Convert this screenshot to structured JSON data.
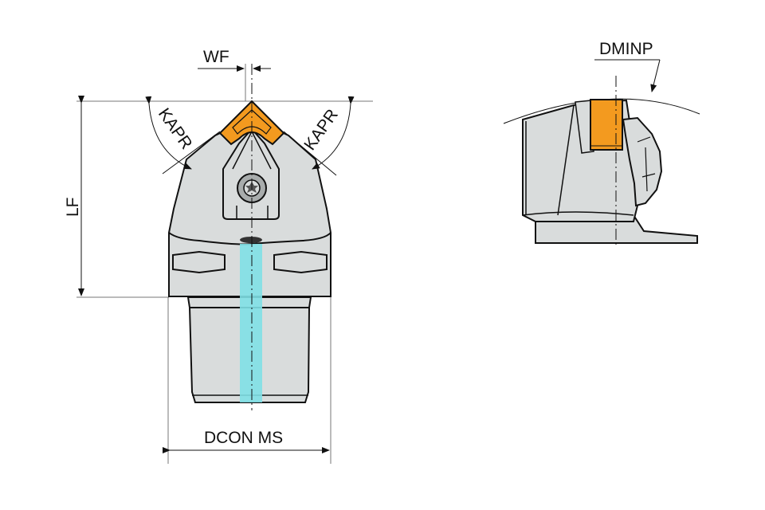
{
  "diagram": {
    "type": "technical-drawing",
    "subject": "cutting tool holder with insert",
    "views": [
      "front-view",
      "side-detail-view"
    ],
    "labels": {
      "wf": "WF",
      "kapr_left": "KAPR",
      "kapr_right": "KAPR",
      "lf": "LF",
      "dcon_ms": "DCON MS",
      "dminp": "DMINP"
    },
    "colors": {
      "body": "#d9dcdc",
      "insert": "#f39a1f",
      "coolant": "#7fe0e6",
      "outline": "#111111",
      "dimension": "#555555"
    }
  }
}
